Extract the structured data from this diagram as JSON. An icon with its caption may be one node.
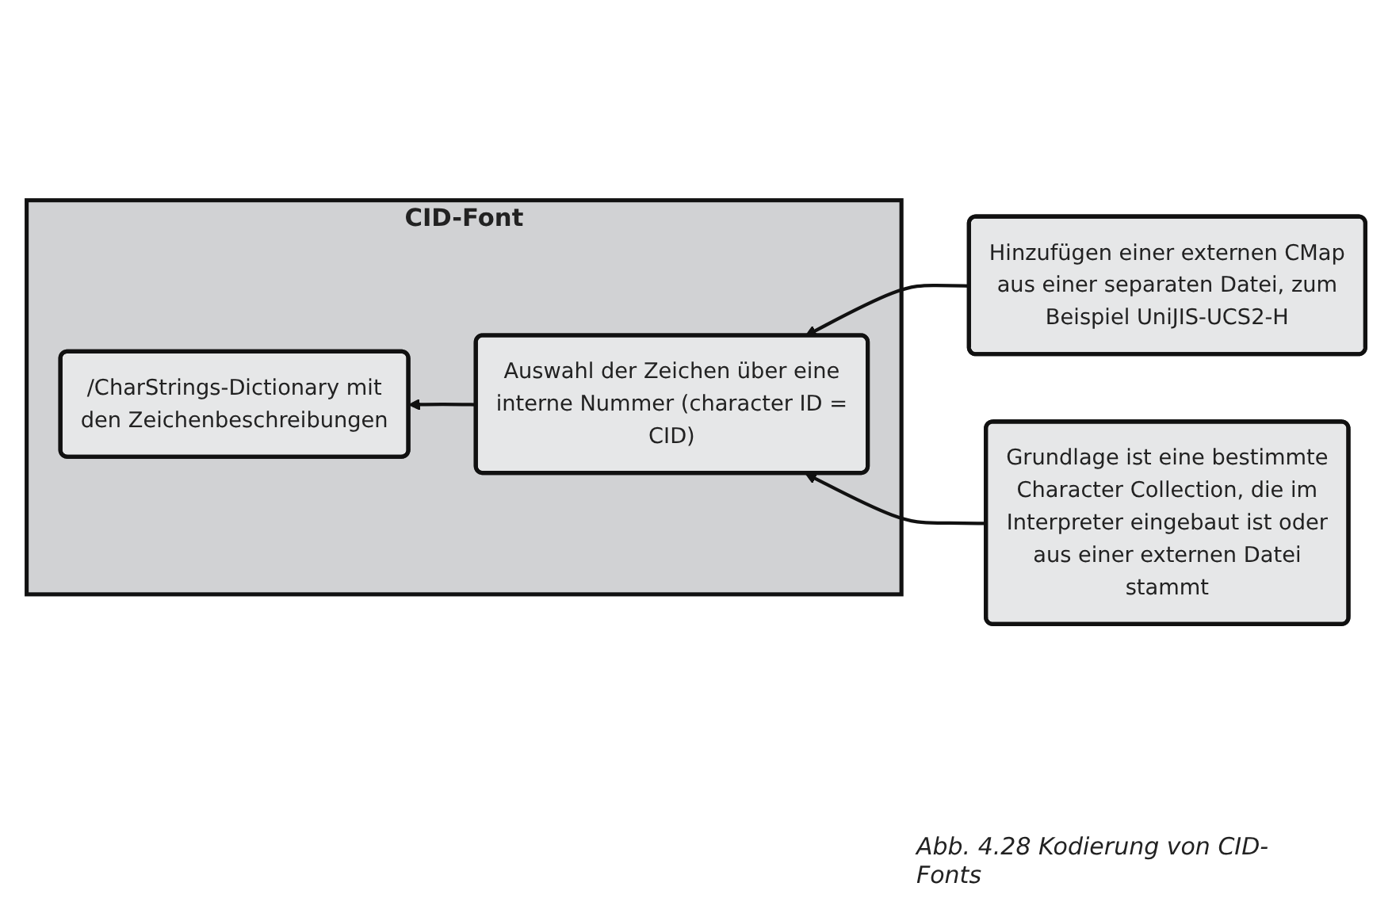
{
  "diagram": {
    "caption": "Abb. 4.28 Kodierung von CID-Fonts",
    "nodes": [
      {
        "text": [
          "CID-Font"
        ]
      },
      {
        "text": [
          "Auswahl der Zeichen über eine interne Nummer (character ID = CID)"
        ],
        "in": 0
      },
      {
        "text": [
          "/CharStrings-Dictionary mit den Zeichenbeschreibungen"
        ],
        "in": 0
      },
      {
        "text": [
          "Hinzufügen einer externen CMap aus einer separaten Datei, zum Beispiel UniJIS-UCS2-H"
        ]
      },
      {
        "text": [
          "Grundlage ist eine bestimmte Character Collection, die im Interpreter eingebaut ist oder aus einer externen Datei stammt"
        ]
      }
    ],
    "edges": [
      {
        "from": 1,
        "to": 2,
        "arrow": "to"
      },
      {
        "from": 3,
        "to": 1,
        "arrow": "to"
      },
      {
        "from": 4,
        "to": 1,
        "arrow": "to"
      }
    ]
  }
}
